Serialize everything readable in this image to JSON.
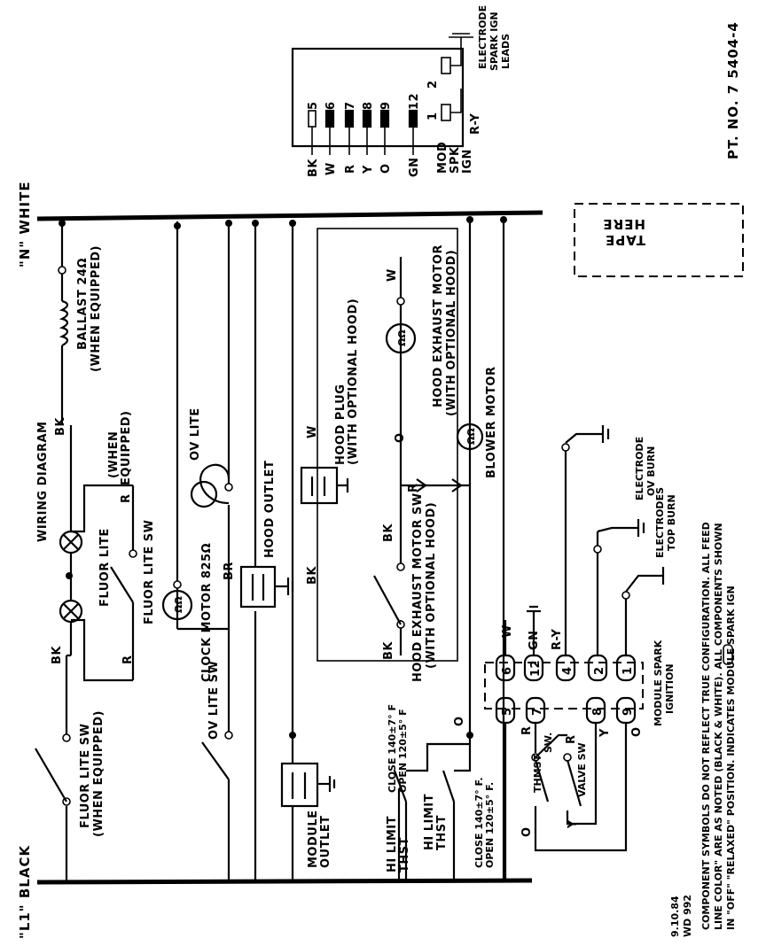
{
  "diagram": {
    "title": "WIRING DIAGRAM",
    "line1_label": "\"L1\" BLACK",
    "neutral_label": "\"N\" WHITE",
    "part_no": "PT. NO. 7 5404-4",
    "tape": [
      "TAPE",
      "HERE"
    ],
    "date": "9.10.84",
    "code": "WD 992",
    "footnote": [
      "COMPONENT SYMBOLS DO NOT REFLECT TRUE CONFIGURATION. ALL FEED",
      "LINE COLOR\" ARE AS NOTED (BLACK & WHITE). ALL COMPONENTS SHOWN",
      "IN \"OFF\" \"RELAXED\" POSITION.      INDICATES MODULE SPARK IGN"
    ]
  },
  "components": {
    "fluor_lite_sw": [
      "FLUOR LITE SW",
      "(WHEN EQUIPPED)"
    ],
    "fluor_lite": "FLUOR LITE",
    "fluor_lite_sw2": "FLUOR LITE SW",
    "when_equipped": [
      "(WHEN",
      "EQUIPPED)"
    ],
    "ballast": [
      "BALLAST 24Ω",
      "(WHEN EQUIPPED)"
    ],
    "ov_lite_sw": "OV LITE SW",
    "clock_motor": "CLOCK MOTOR 825Ω",
    "ov_lite": "OV LITE",
    "hood_outlet": "HOOD OUTLET",
    "module_outlet": [
      "MODULE",
      "OUTLET"
    ],
    "hi_limit_thst_1": [
      "HI LIMIT",
      "THST"
    ],
    "hi_limit_thst_2": [
      "HI LIMIT",
      "THST"
    ],
    "close_open_1": [
      "CLOSE 140±7° F",
      "OPEN 120±5° F"
    ],
    "close_open_2": [
      "CLOSE 140±7° F.",
      "OPEN 120±5° F."
    ],
    "hood_exhaust_sw": [
      "HOOD EXHAUST MOTOR SW",
      "(WITH OPTIONAL HOOD)"
    ],
    "hood_plug": [
      "HOOD PLUG",
      "(WITH OPTIONAL HOOD)"
    ],
    "hood_exhaust_motor": [
      "HOOD EXHAUST MOTOR",
      "(WITH OPTIONAL HOOD)"
    ],
    "blower_motor": "BLOWER MOTOR",
    "electrode_ov": [
      "ELECTRODE",
      "OV BURN"
    ],
    "electrodes_top": [
      "ELECTRODES",
      "TOP BURN"
    ],
    "module_spark": [
      "MODULE SPARK",
      "IGNITION"
    ],
    "thmst_sw": [
      "THMST",
      "SW."
    ],
    "valve_sw": "VALVE SW",
    "mod_spk_ign": [
      "MOD",
      "SPK",
      "IGN"
    ],
    "electrode_leads": [
      "ELECTRODE",
      "SPARK IGN",
      "LEADS"
    ]
  },
  "wire_colors": {
    "bk": "BK",
    "w": "W",
    "r": "R",
    "o": "O",
    "y": "Y",
    "gn": "GN",
    "ry": "R-Y",
    "br": "BR"
  },
  "terminals": {
    "upper": [
      "6",
      "12",
      "4",
      "2",
      "1"
    ],
    "lower": [
      "5",
      "7",
      "8",
      "9"
    ],
    "box_pins": [
      "5",
      "6",
      "7",
      "8",
      "9",
      "12",
      "2",
      "1"
    ],
    "box_colors": [
      "BK",
      "W",
      "R",
      "Y",
      "O",
      "GN"
    ]
  }
}
